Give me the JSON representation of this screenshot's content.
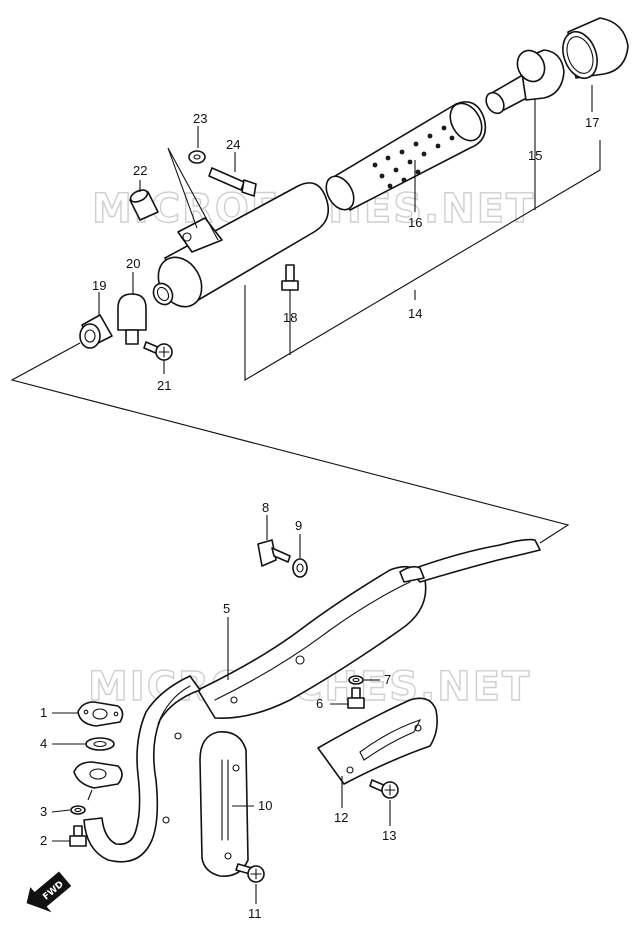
{
  "watermark": {
    "top": "MICROFICHES.NET",
    "bottom": "MICROFICHES.NET"
  },
  "direction_label": "FWD",
  "callouts": {
    "c1": "1",
    "c2": "2",
    "c3": "3",
    "c4": "4",
    "c5": "5",
    "c6": "6",
    "c7": "7",
    "c8": "8",
    "c9": "9",
    "c10": "10",
    "c11": "11",
    "c12": "12",
    "c13": "13",
    "c14": "14",
    "c15": "15",
    "c16": "16",
    "c17": "17",
    "c18": "18",
    "c19": "19",
    "c20": "20",
    "c21": "21",
    "c22": "22",
    "c23": "23",
    "c24": "24"
  }
}
